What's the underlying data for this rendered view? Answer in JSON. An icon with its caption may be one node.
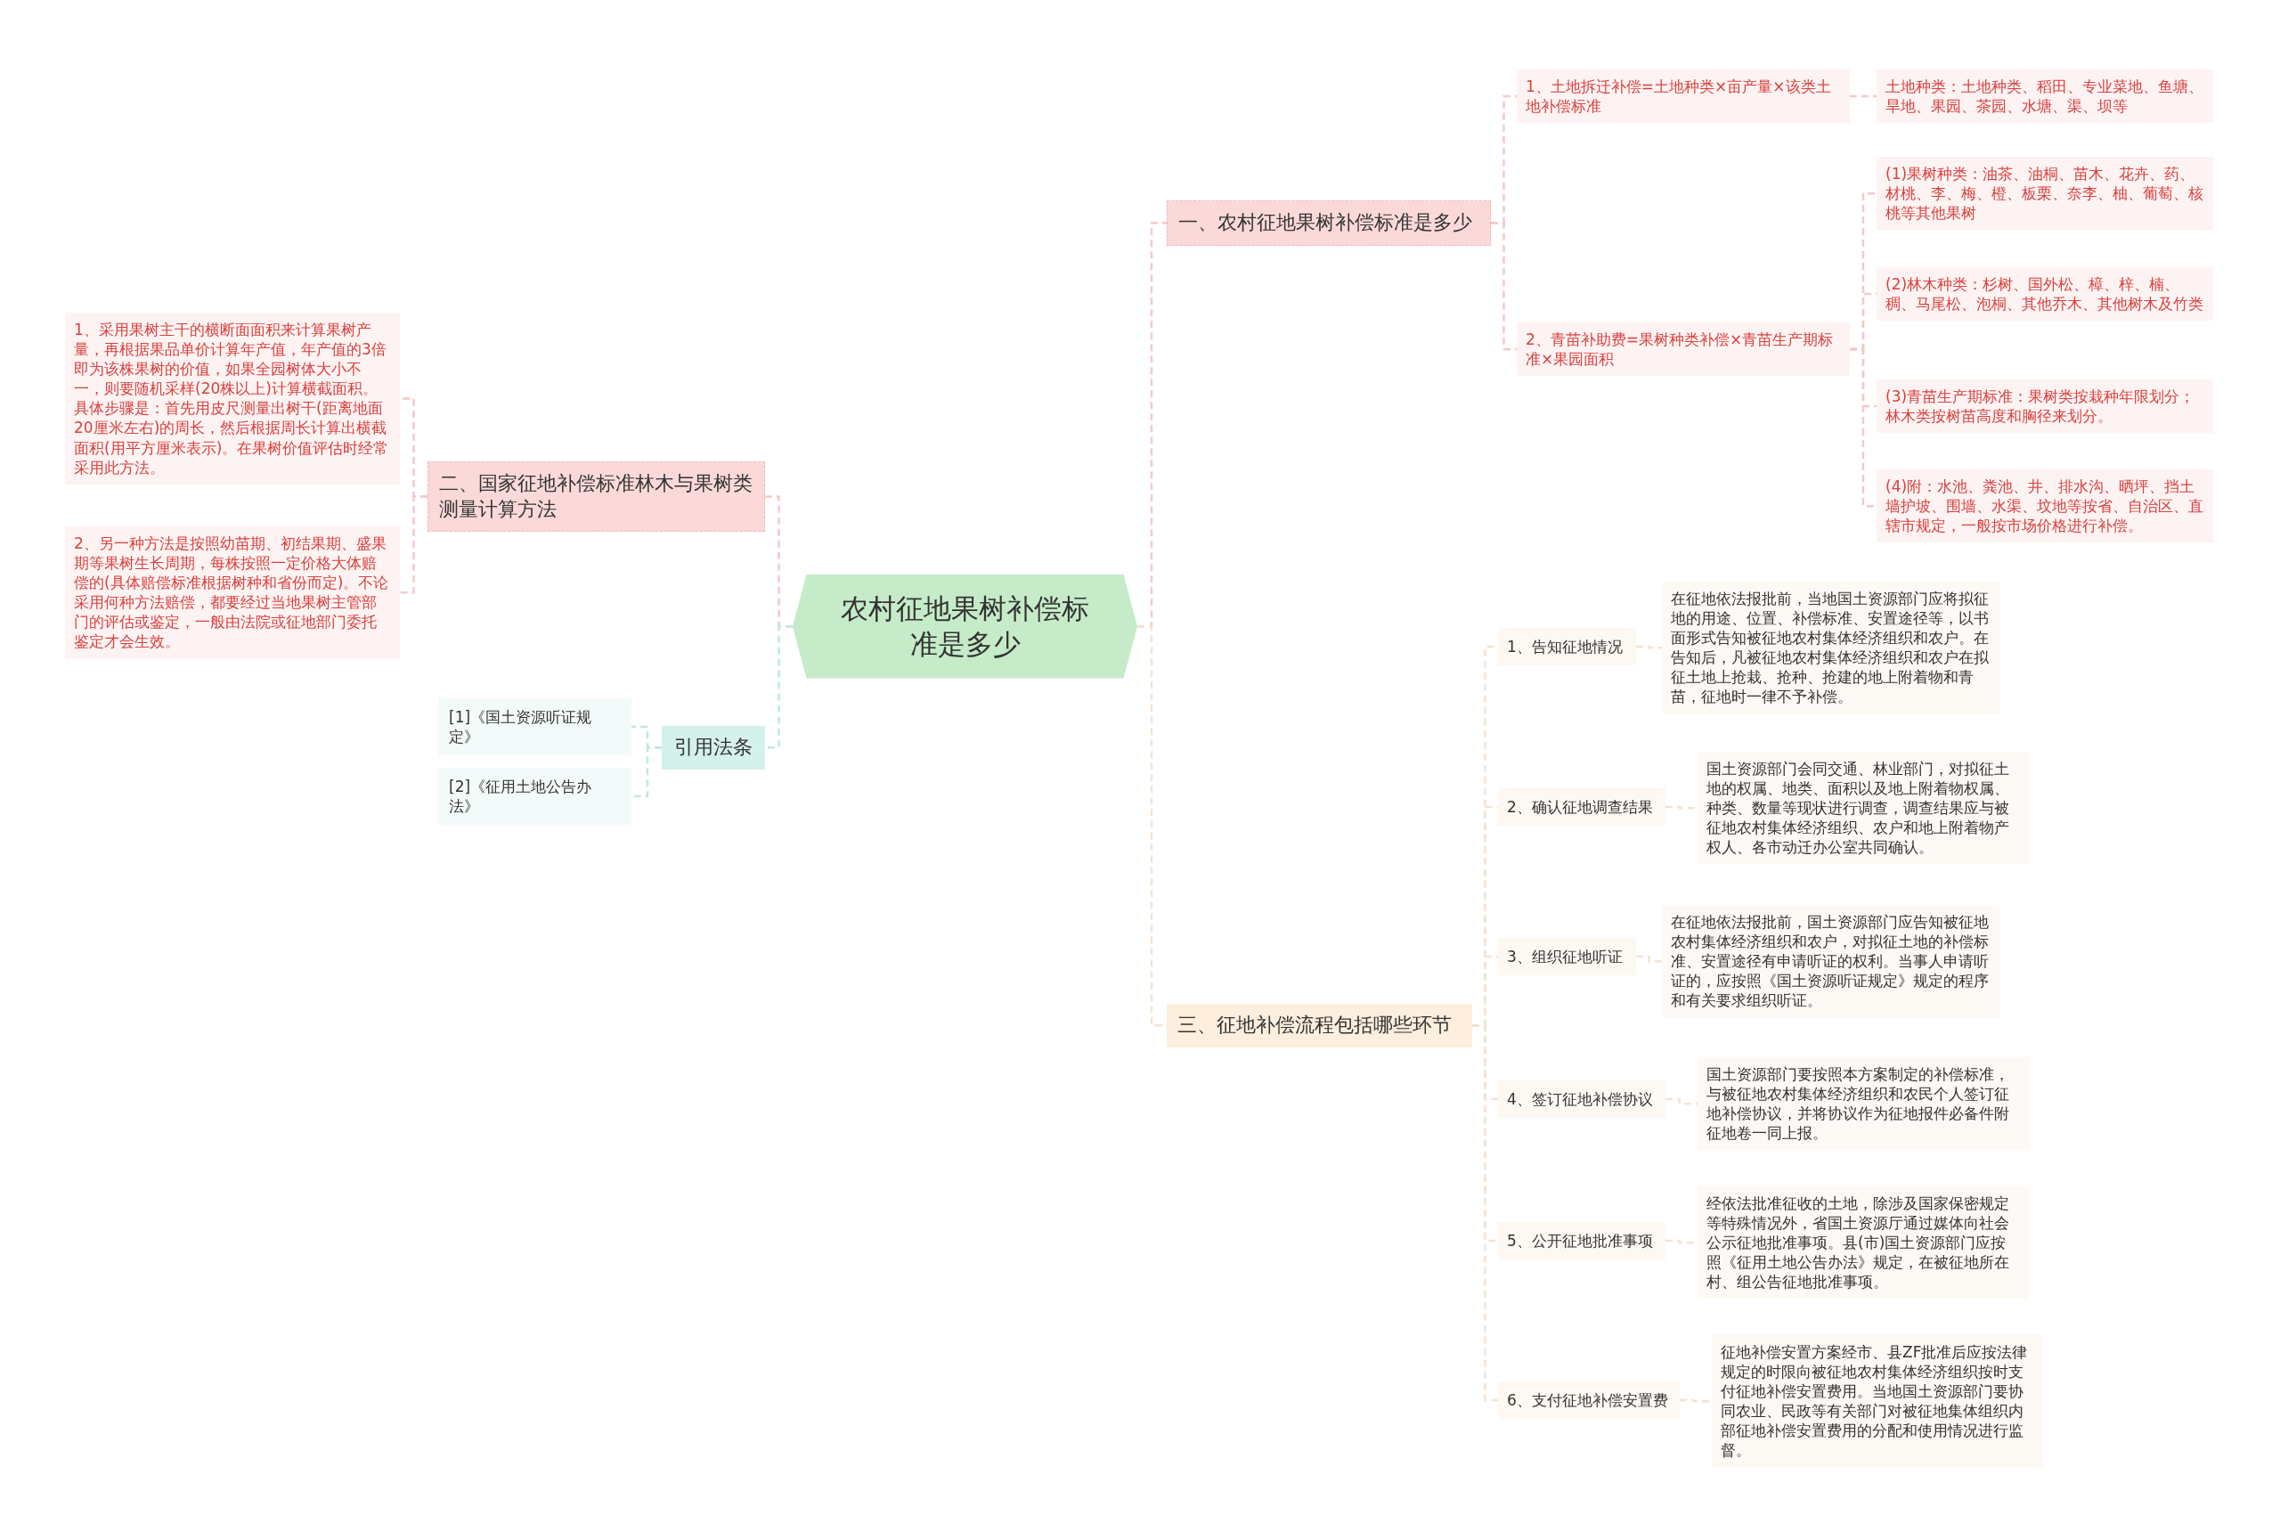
{
  "diagram": {
    "nodes": [
      {
        "text": [
          "农村征地果树补偿标准是多少"
        ]
      },
      {
        "text": [
          "一、农村征地果树补偿标准是多少"
        ]
      },
      {
        "text": [
          "1、土地拆迁补偿=土地种类×亩产量×该类土地补偿标准"
        ]
      },
      {
        "text": [
          "土地种类：土地种类、稻田、专业菜地、鱼塘、旱地、果园、茶园、水塘、渠、坝等"
        ]
      },
      {
        "text": [
          "2、青苗补助费=果树种类补偿×青苗生产期标准×果园面积"
        ]
      },
      {
        "text": [
          "(1)果树种类：油茶、油桐、苗木、花卉、药、材桃、李、梅、橙、板栗、奈李、柚、葡萄、核桃等其他果树"
        ]
      },
      {
        "text": [
          "(2)林木种类：杉树、国外松、樟、梓、楠、稠、马尾松、泡桐、其他乔木、其他树木及竹类"
        ]
      },
      {
        "text": [
          "(3)青苗生产期标准：果树类按栽种年限划分；林木类按树苗高度和胸径来划分。"
        ]
      },
      {
        "text": [
          "(4)附：水池、粪池、井、排水沟、晒坪、挡土墙护坡、围墙、水渠、坟地等按省、自治区、直辖市规定，一般按市场价格进行补偿。"
        ]
      },
      {
        "text": [
          "三、征地补偿流程包括哪些环节"
        ]
      },
      {
        "text": [
          "1、告知征地情况"
        ]
      },
      {
        "text": [
          "在征地依法报批前，当地国土资源部门应将拟征地的用途、位置、补偿标准、安置途径等，以书面形式告知被征地农村集体经济组织和农户。在告知后，凡被征地农村集体经济组织和农户在拟征土地上抢栽、抢种、抢建的地上附着物和青苗，征地时一律不予补偿。"
        ]
      },
      {
        "text": [
          "2、确认征地调查结果"
        ]
      },
      {
        "text": [
          "国土资源部门会同交通、林业部门，对拟征土地的权属、地类、面积以及地上附着物权属、种类、数量等现状进行调查，调查结果应与被征地农村集体经济组织、农户和地上附着物产权人、各市动迁办公室共同确认。"
        ]
      },
      {
        "text": [
          "3、组织征地听证"
        ]
      },
      {
        "text": [
          "在征地依法报批前，国土资源部门应告知被征地农村集体经济组织和农户，对拟征土地的补偿标准、安置途径有申请听证的权利。当事人申请听证的，应按照《国土资源听证规定》规定的程序和有关要求组织听证。"
        ]
      },
      {
        "text": [
          "4、签订征地补偿协议"
        ]
      },
      {
        "text": [
          "国土资源部门要按照本方案制定的补偿标准，与被征地农村集体经济组织和农民个人签订征地补偿协议，并将协议作为征地报件必备件附征地卷一同上报。"
        ]
      },
      {
        "text": [
          "5、公开征地批准事项"
        ]
      },
      {
        "text": [
          "经依法批准征收的土地，除涉及国家保密规定等特殊情况外，省国土资源厅通过媒体向社会公示征地批准事项。县(市)国土资源部门应按照《征用土地公告办法》规定，在被征地所在村、组公告征地批准事项。"
        ]
      },
      {
        "text": [
          "6、支付征地补偿安置费"
        ]
      },
      {
        "text": [
          "征地补偿安置方案经市、县ZF批准后应按法律规定的时限向被征地农村集体经济组织按时支付征地补偿安置费用。当地国土资源部门要协同农业、民政等有关部门对被征地集体组织内部征地补偿安置费用的分配和使用情况进行监督。"
        ]
      },
      {
        "text": [
          "二、国家征地补偿标准林木与果树类测量计算方法"
        ]
      },
      {
        "text": [
          "1、采用果树主干的横断面面积来计算果树产量，再根据果品单价计算年产值，年产值的3倍即为该株果树的价值，如果全园树体大小不一，则要随机采样(20株以上)计算横截面积。具体步骤是：首先用皮尺测量出树干(距离地面20厘米左右)的周长，然后根据周长计算出横截面积(用平方厘米表示)。在果树价值评估时经常采用此方法。"
        ]
      },
      {
        "text": [
          "2、另一种方法是按照幼苗期、初结果期、盛果期等果树生长周期，每株按照一定价格大体赔偿的(具体赔偿标准根据树种和省份而定)。不论采用何种方法赔偿，都要经过当地果树主管部门的评估或鉴定，一般由法院或征地部门委托鉴定才会生效。"
        ]
      },
      {
        "text": [
          "引用法条"
        ]
      },
      {
        "text": [
          "[1]《国土资源听证规定》"
        ]
      },
      {
        "text": [
          "[2]《征用土地公告办法》"
        ]
      }
    ],
    "edges": [
      {
        "from": 0,
        "to": 1,
        "arrow": "none",
        "color": "#f4c9c9"
      },
      {
        "from": 1,
        "to": 2,
        "arrow": "none",
        "color": "#f4c9c9"
      },
      {
        "from": 2,
        "to": 3,
        "arrow": "none",
        "color": "#f4c9c9"
      },
      {
        "from": 1,
        "to": 4,
        "arrow": "none",
        "color": "#f4c9c9"
      },
      {
        "from": 4,
        "to": 5,
        "arrow": "none",
        "color": "#f4c9c9"
      },
      {
        "from": 4,
        "to": 6,
        "arrow": "none",
        "color": "#f4c9c9"
      },
      {
        "from": 4,
        "to": 7,
        "arrow": "none",
        "color": "#f4c9c9"
      },
      {
        "from": 4,
        "to": 8,
        "arrow": "none",
        "color": "#f4c9c9"
      },
      {
        "from": 0,
        "to": 9,
        "arrow": "none"
      },
      {
        "from": 9,
        "to": 10,
        "arrow": "none"
      },
      {
        "from": 10,
        "to": 11,
        "arrow": "none"
      },
      {
        "from": 9,
        "to": 12,
        "arrow": "none"
      },
      {
        "from": 12,
        "to": 13,
        "arrow": "none"
      },
      {
        "from": 9,
        "to": 14,
        "arrow": "none"
      },
      {
        "from": 14,
        "to": 15,
        "arrow": "none"
      },
      {
        "from": 9,
        "to": 16,
        "arrow": "none"
      },
      {
        "from": 16,
        "to": 17,
        "arrow": "none"
      },
      {
        "from": 9,
        "to": 18,
        "arrow": "none"
      },
      {
        "from": 18,
        "to": 19,
        "arrow": "none"
      },
      {
        "from": 9,
        "to": 20,
        "arrow": "none"
      },
      {
        "from": 20,
        "to": 21,
        "arrow": "none"
      },
      {
        "from": 0,
        "to": 22,
        "arrow": "none",
        "color": "#f4c9c9"
      },
      {
        "from": 22,
        "to": 23,
        "arrow": "none",
        "color": "#f4c9c9"
      },
      {
        "from": 22,
        "to": 24,
        "arrow": "none",
        "color": "#f4c9c9"
      },
      {
        "from": 0,
        "to": 25,
        "arrow": "none",
        "color": "#bfe8e1"
      },
      {
        "from": 25,
        "to": 26,
        "arrow": "none",
        "color": "#bfe8e1"
      },
      {
        "from": 25,
        "to": 27,
        "arrow": "none",
        "color": "#bfe8e1"
      }
    ]
  }
}
